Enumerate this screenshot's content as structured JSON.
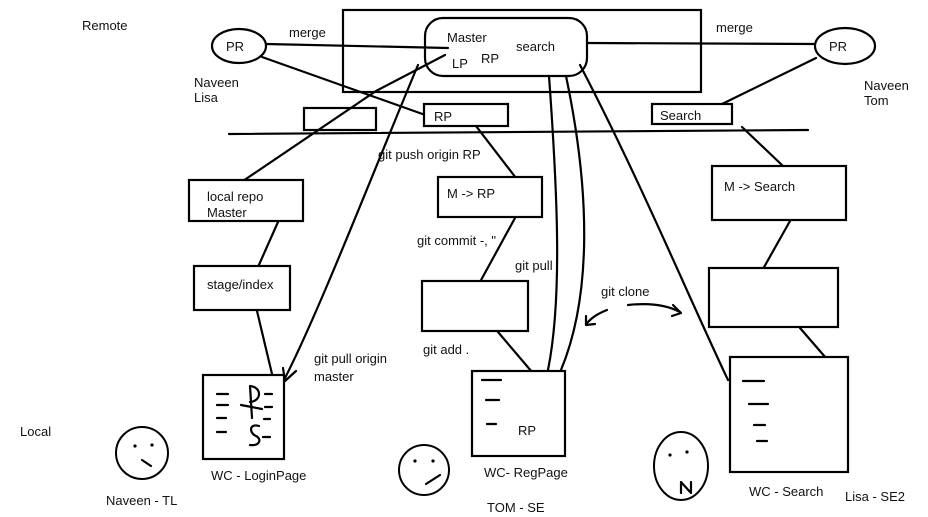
{
  "labels": {
    "remote": "Remote",
    "local": "Local"
  },
  "remote": {
    "master": "Master",
    "lp": "LP",
    "rp": "RP",
    "search": "search"
  },
  "pr_left": {
    "label": "PR",
    "merge": "merge",
    "reviewers_line1": "Naveen",
    "reviewers_line2": "Lisa"
  },
  "pr_right": {
    "label": "PR",
    "merge": "merge",
    "reviewers_line1": "Naveen",
    "reviewers_line2": "Tom"
  },
  "branches": {
    "rp": "RP",
    "search": "Search"
  },
  "left_column": {
    "local_repo_line1": "local repo",
    "local_repo_line2": "Master",
    "stage": "stage/index",
    "pull_line1": "git pull origin",
    "pull_line2": "master",
    "wc": "WC - LoginPage",
    "person": "Naveen - TL"
  },
  "middle_column": {
    "push": "git push origin RP",
    "m_rp": "M -> RP",
    "commit": "git commit -, \"",
    "pull": "git pull",
    "add": "git add .",
    "wc_rp": "RP",
    "wc": "WC- RegPage",
    "person": "TOM - SE"
  },
  "right_column": {
    "clone": "git clone",
    "m_search": "M -> Search",
    "wc": "WC - Search",
    "person": "Lisa - SE2"
  }
}
